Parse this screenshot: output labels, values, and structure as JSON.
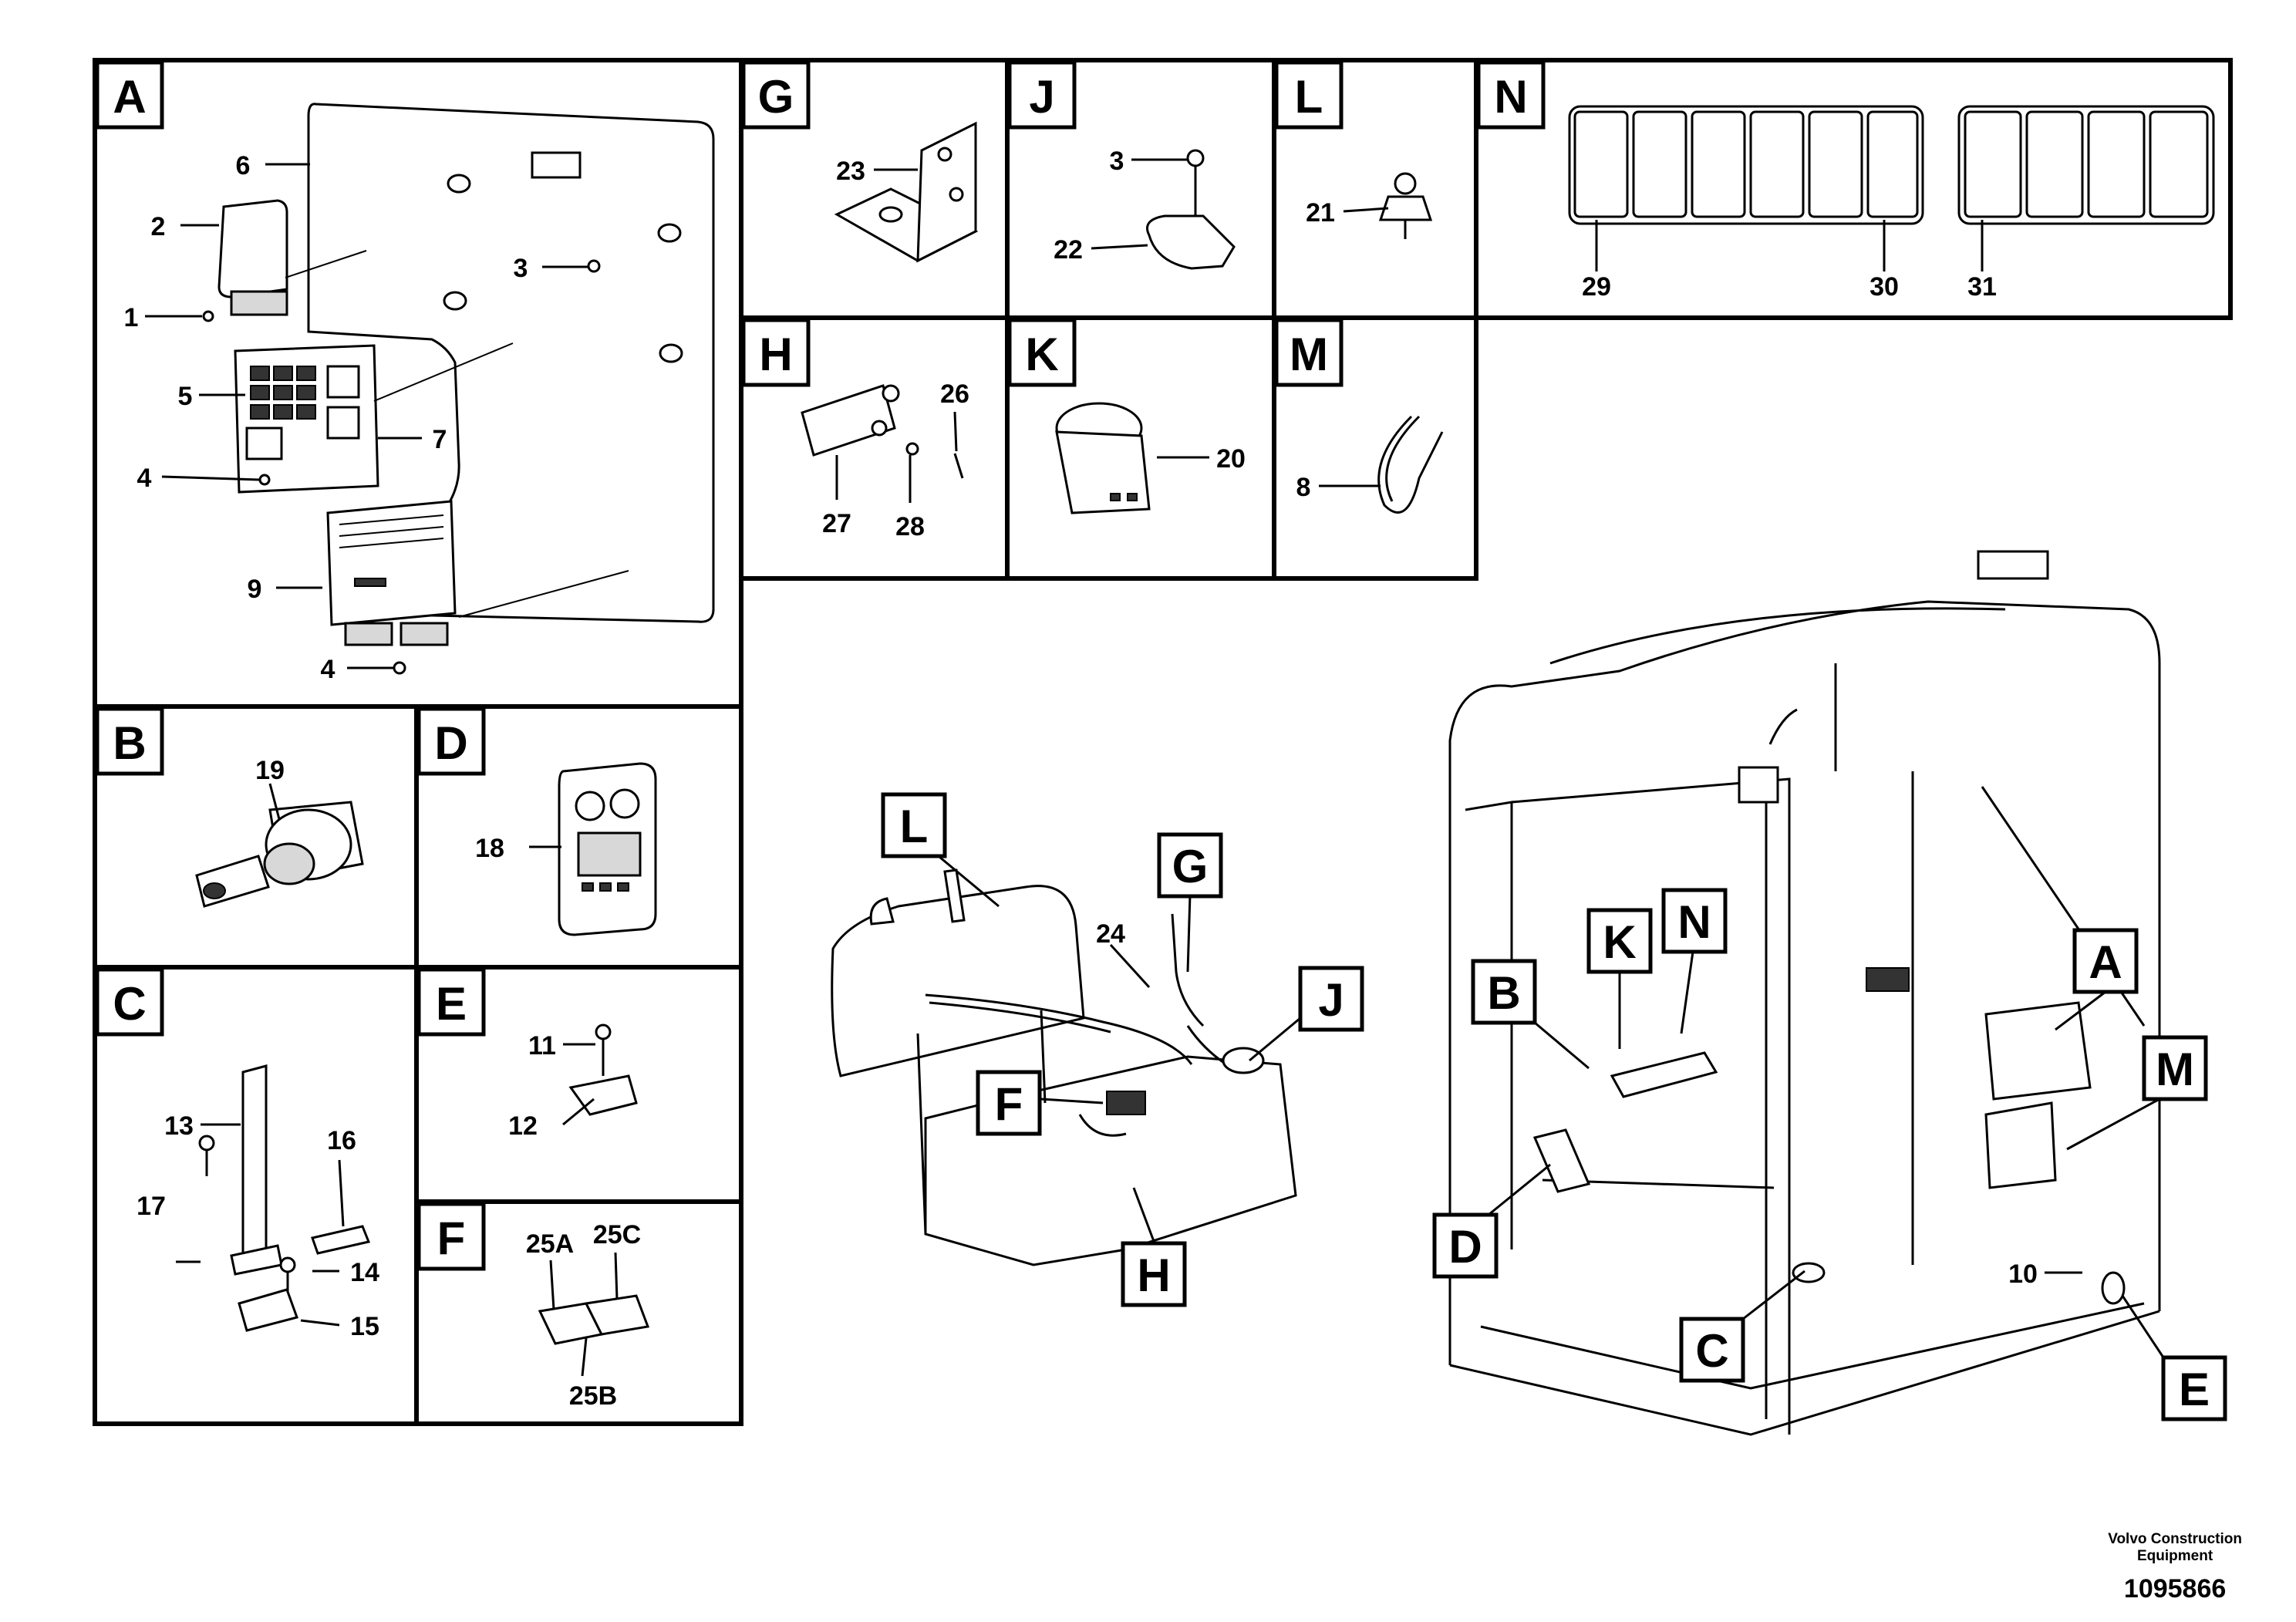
{
  "panels": {
    "A": {
      "letter": "A",
      "parts": [
        "6",
        "2",
        "1",
        "3",
        "5",
        "7",
        "4",
        "9",
        "4"
      ]
    },
    "B": {
      "letter": "B",
      "parts": [
        "19"
      ]
    },
    "C": {
      "letter": "C",
      "parts": [
        "13",
        "16",
        "17",
        "14",
        "15"
      ]
    },
    "D": {
      "letter": "D",
      "parts": [
        "18"
      ]
    },
    "E": {
      "letter": "E",
      "parts": [
        "11",
        "12"
      ]
    },
    "F": {
      "letter": "F",
      "parts": [
        "25A",
        "25C",
        "25B"
      ]
    },
    "G": {
      "letter": "G",
      "parts": [
        "23"
      ]
    },
    "H": {
      "letter": "H",
      "parts": [
        "26",
        "27",
        "28"
      ]
    },
    "J": {
      "letter": "J",
      "parts": [
        "3",
        "22"
      ]
    },
    "K": {
      "letter": "K",
      "parts": [
        "20"
      ]
    },
    "L": {
      "letter": "L",
      "parts": [
        "21"
      ]
    },
    "M": {
      "letter": "M",
      "parts": [
        "8"
      ]
    },
    "N": {
      "letter": "N",
      "parts": [
        "29",
        "30",
        "31"
      ]
    }
  },
  "console_view": {
    "callouts": [
      "L",
      "G",
      "J",
      "F",
      "H"
    ],
    "parts": [
      "24"
    ]
  },
  "cab_view": {
    "callouts": [
      "B",
      "K",
      "N",
      "A",
      "M",
      "D",
      "C",
      "E"
    ],
    "parts": [
      "10"
    ]
  },
  "footer": {
    "company_line1": "Volvo Construction",
    "company_line2": "Equipment",
    "document_number": "1095866"
  }
}
